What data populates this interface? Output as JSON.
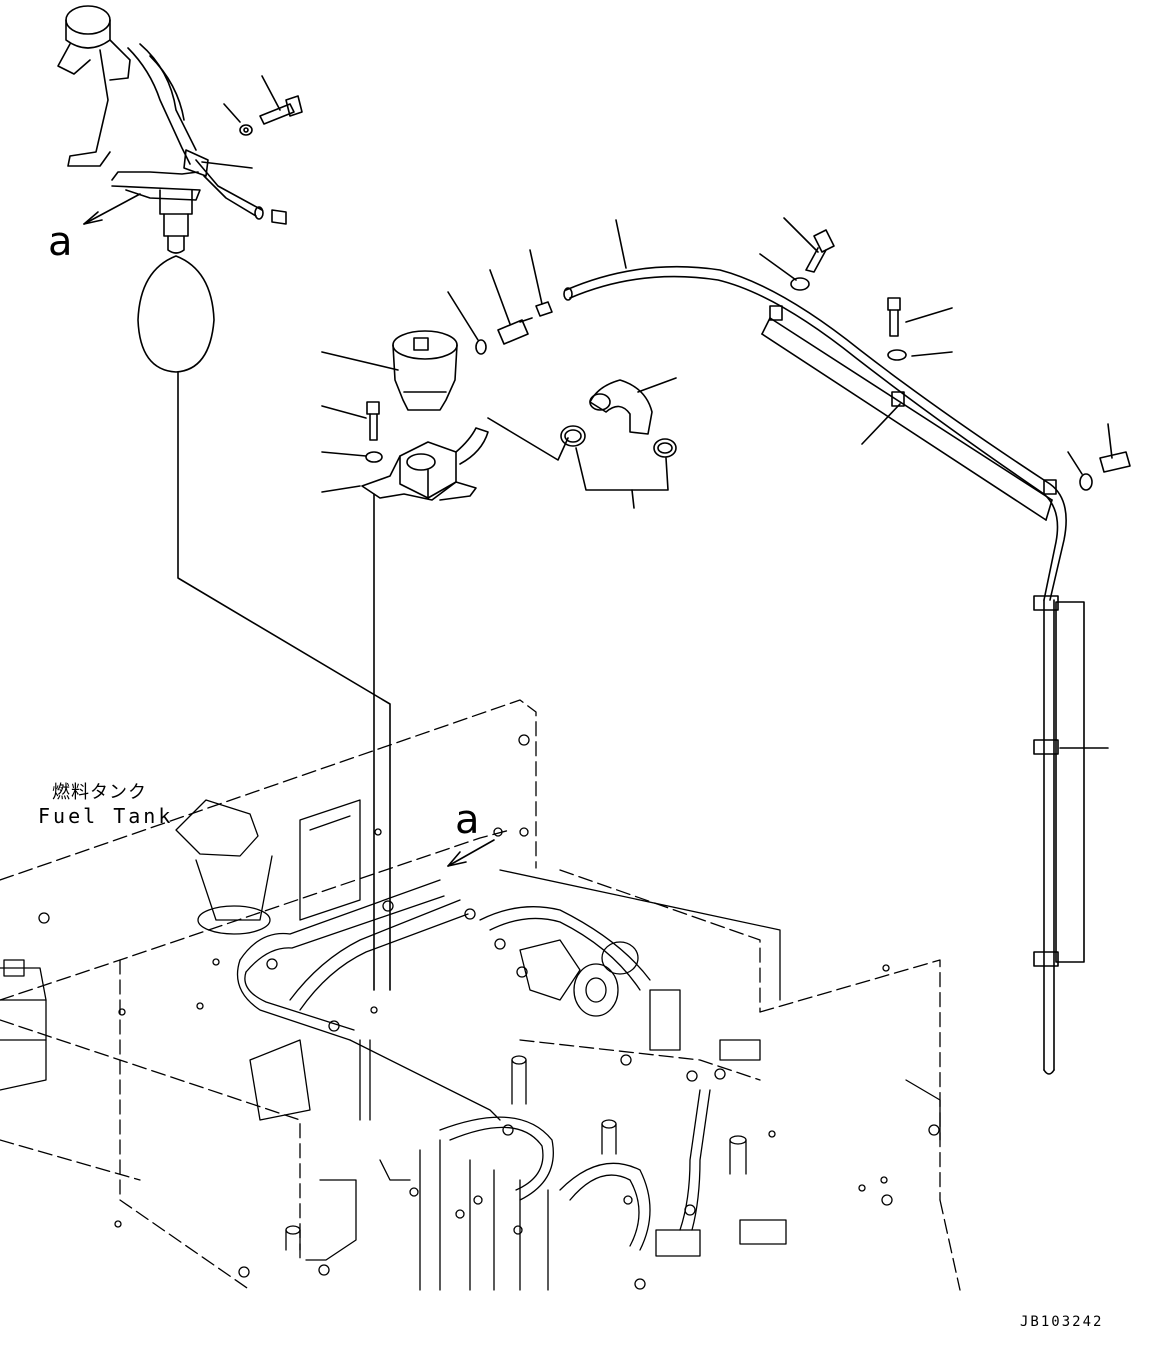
{
  "view_marker_top": "a",
  "view_marker_body": "a",
  "fuel_tank_label_jp": "燃料タンク",
  "fuel_tank_label_en": "Fuel Tank",
  "drawing_code": "JB103242"
}
